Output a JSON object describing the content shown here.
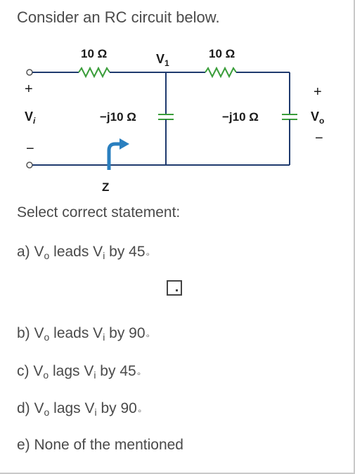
{
  "question": {
    "title": "Consider an RC circuit below.",
    "prompt": "Select correct statement:"
  },
  "circuit": {
    "r1_label": "10 Ω",
    "r2_label": "10 Ω",
    "node_label": "V",
    "node_sub": "1",
    "c1_label": "−j10 Ω",
    "c2_label": "−j10 Ω",
    "vin_label": "V",
    "vin_sub": "i",
    "vout_label": "V",
    "vout_sub": "o",
    "z_label": "Z",
    "plus": "+",
    "minus": "−"
  },
  "options": [
    {
      "prefix": "a) V",
      "s1": "o",
      "mid": " leads V",
      "s2": "i",
      "rest": " by 45"
    },
    {
      "prefix": "b) V",
      "s1": "o",
      "mid": " leads V",
      "s2": "i",
      "rest": " by 90"
    },
    {
      "prefix": "c) V",
      "s1": "o",
      "mid": " lags V",
      "s2": "i",
      "rest": " by 45"
    },
    {
      "prefix": "d) V",
      "s1": "o",
      "mid": " lags V",
      "s2": "i",
      "rest": " by 90"
    },
    {
      "text": "e) None of the mentioned"
    }
  ],
  "degree_mark": "∘",
  "colors": {
    "wire": "#1f3a6e",
    "resistor": "#3a9d3a",
    "arrow": "#2a7fbf",
    "text": "#1a1a1a"
  }
}
